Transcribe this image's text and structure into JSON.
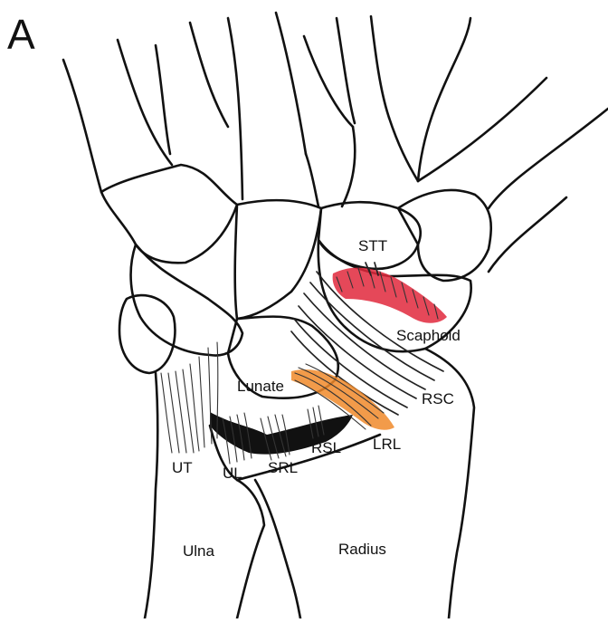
{
  "panel_label": "A",
  "labels": {
    "stt": "STT",
    "scaphoid": "Scaphoid",
    "lunate": "Lunate",
    "rsc": "RSC",
    "lrl": "LRL",
    "rsl": "RSL",
    "srl": "SRL",
    "ut": "UT",
    "ul": "UL",
    "ulna": "Ulna",
    "radius": "Radius"
  },
  "colors": {
    "outline": "#111111",
    "stt_ligament": "#e0283c",
    "lrl_ligament": "#f08a2a"
  }
}
